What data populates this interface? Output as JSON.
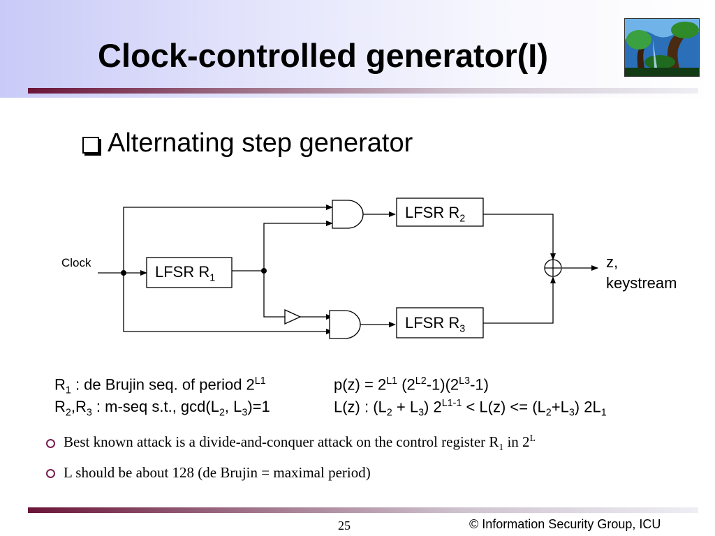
{
  "slide": {
    "title": "Clock-controlled generator(I)",
    "bullet": "Alternating step generator"
  },
  "diagram": {
    "clock_label": "Clock",
    "lfsr1": {
      "base": "LFSR R",
      "sub": "1"
    },
    "lfsr2": {
      "base": "LFSR R",
      "sub": "2"
    },
    "lfsr3": {
      "base": "LFSR R",
      "sub": "3"
    },
    "output_line1": "z,",
    "output_line2": "keystream"
  },
  "formulas": {
    "left1": {
      "a": "R",
      "a_sub": "1",
      "b": " : de Brujin seq. of period 2",
      "b_sup": "L1"
    },
    "left2": {
      "a": "R",
      "a_sub": "2",
      "b": ",R",
      "b_sub": "3",
      "c": " : m-seq s.t., gcd(L",
      "c_sub": "2",
      "d": ", L",
      "d_sub": "3",
      "e": ")=1"
    },
    "right1": {
      "a": "p(z) = 2",
      "a_sup": "L1",
      "b": " (2",
      "b_sup": "L2",
      "c": "-1)(2",
      "c_sup": "L3",
      "d": "-1)"
    },
    "right2": {
      "a": "L(z) : (L",
      "a_sub": "2",
      "b": " + L",
      "b_sub": "3",
      "c": ") 2",
      "c_sup": "L1-1",
      "d": " < L(z) <= (L",
      "d_sub": "2",
      "e": "+L",
      "e_sub": "3",
      "f": ") 2L",
      "f_sub": "1"
    }
  },
  "notes": {
    "note1": {
      "a": "Best known attack is a divide-and-conquer attack on the control register R",
      "a_sub": "1",
      "b": " in 2",
      "b_sup": "L"
    },
    "note2": "L should be about 128 (de Brujin = maximal period)"
  },
  "footer": {
    "page": "25",
    "copyright": "© Information Security Group, ICU"
  },
  "colors": {
    "accent": "#6b1538",
    "header_gradient_start": "#c9caf7"
  }
}
